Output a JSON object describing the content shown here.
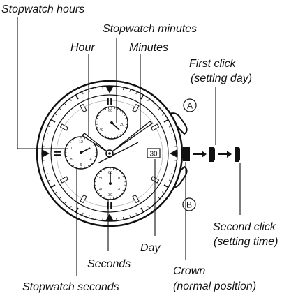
{
  "labels": {
    "stopwatch_hours": "Stopwatch hours",
    "stopwatch_minutes": "Stopwatch minutes",
    "hour": "Hour",
    "minutes": "Minutes",
    "first_click_1": "First click",
    "first_click_2": "(setting day)",
    "second_click_1": "Second click",
    "second_click_2": "(setting time)",
    "day": "Day",
    "seconds": "Seconds",
    "crown_1": "Crown",
    "crown_2": "(normal position)",
    "stopwatch_seconds": "Stopwatch seconds"
  },
  "buttons": {
    "a": "A",
    "b": "B"
  },
  "day_window": "30",
  "subdial_minutes_ticks": [
    "60",
    "20",
    "40"
  ],
  "subdial_hours_ticks": [
    "12",
    "2",
    "4",
    "6",
    "8",
    "10"
  ],
  "subdial_seconds_ticks": [
    "60",
    "10",
    "20",
    "30",
    "40",
    "50"
  ],
  "colors": {
    "ink": "#111111",
    "paper": "#ffffff",
    "gray": "#b5b5b5"
  }
}
